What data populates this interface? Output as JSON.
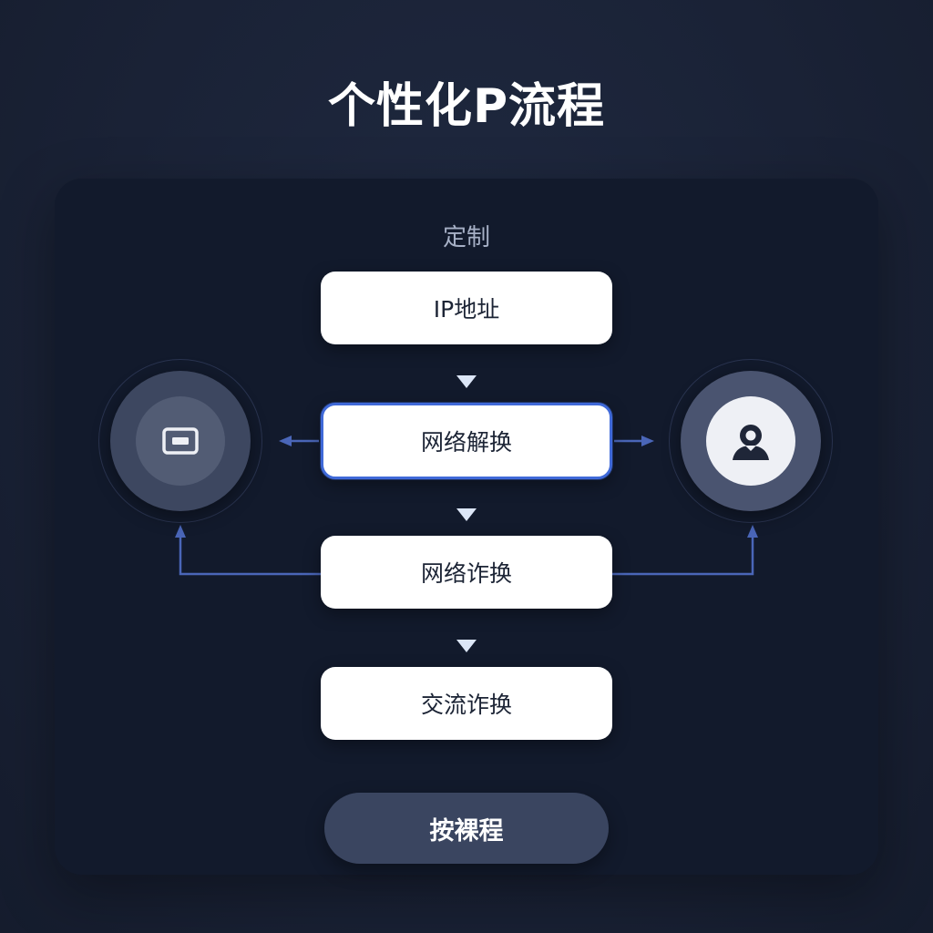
{
  "title": "个性化P流程",
  "section_label": "定制",
  "nodes": [
    {
      "label": "IP地址"
    },
    {
      "label": "网络解换"
    },
    {
      "label": "网络诈换"
    },
    {
      "label": "交流诈换"
    }
  ],
  "left_circle": {
    "icon": "device-icon"
  },
  "right_circle": {
    "icon": "user-icon"
  },
  "action_button": {
    "label": "按裸程"
  },
  "colors": {
    "background": "#1a2236",
    "panel": "#121a2c",
    "node": "#ffffff",
    "active_border": "#3f69d8",
    "connector": "#4a66b8",
    "arrow": "#dce6f7"
  }
}
